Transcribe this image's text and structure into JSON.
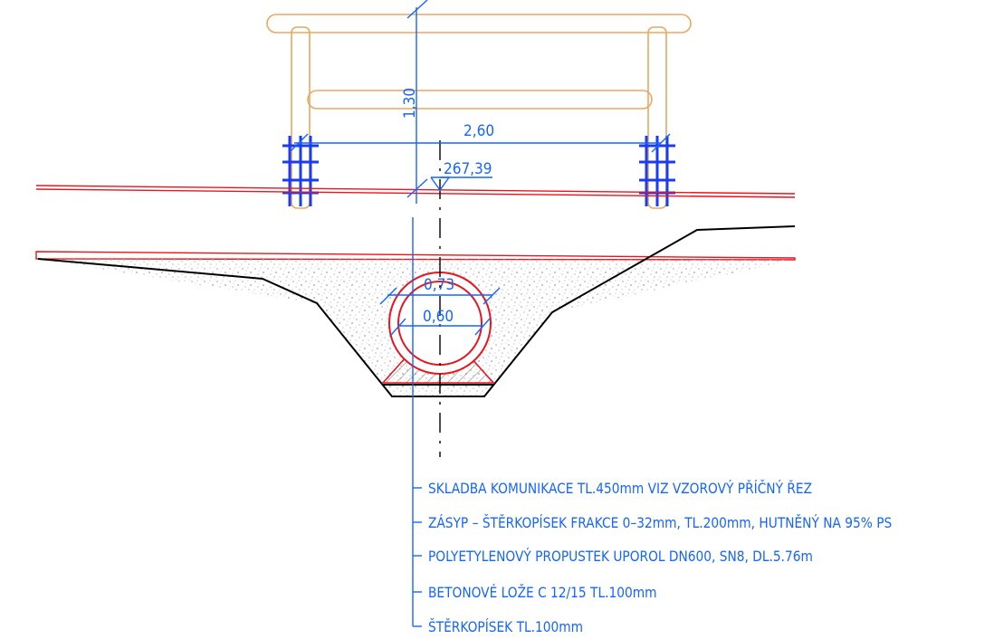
{
  "dimensions": {
    "railing_height": "1,30",
    "bridge_width": "2,60",
    "elevation": "267,39",
    "pipe_outer_diameter": "0,73",
    "pipe_inner_diameter": "0,60"
  },
  "notes": [
    "SKLADBA KOMUNIKACE TL.450mm VIZ VZOROVÝ PŘÍČNÝ ŘEZ",
    "ZÁSYP – ŠTĚRKOPÍSEK FRAKCE 0–32mm, TL.200mm, HUTNĚNÝ NA 95% PS",
    "POLYETYLENOVÝ PROPUSTEK UPOROL DN600, SN8, DL.5.76m",
    "BETONOVÉ LOŽE C 12/15 TL.100mm",
    "ŠTĚRKOPÍSEK TL.100mm"
  ],
  "colors": {
    "dimension": "#1565ff",
    "pipe": "#e8141e",
    "railing": "#e8a860",
    "ground": "#000000",
    "fill": "#b5b5b5"
  }
}
